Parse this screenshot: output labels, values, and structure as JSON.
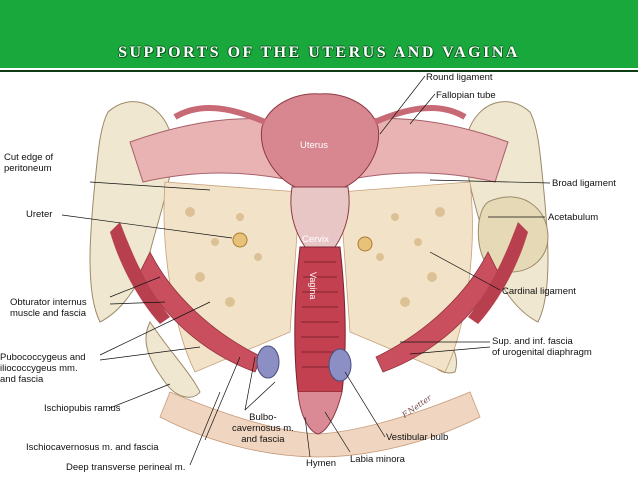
{
  "slide": {
    "title": "SUPPORTS OF THE UTERUS AND VAGINA",
    "accent_color": "#18a83c"
  },
  "labels": {
    "round_ligament": "Round ligament",
    "fallopian_tube": "Fallopian tube",
    "uterus": "Uterus",
    "cut_edge": "Cut edge of\nperitoneum",
    "broad_ligament": "Broad ligament",
    "ureter": "Ureter",
    "acetabulum": "Acetabulum",
    "cervix": "Cervix",
    "vagina": "Vagina",
    "cardinal_ligament": "Cardinal ligament",
    "obturator": "Obturator internus\nmuscle and fascia",
    "pubococcygeus": "Pubococcygeus and\niliococcygeus mm.\nand fascia",
    "sup_inf_fascia": "Sup. and inf. fascia\nof urogenital diaphragm",
    "ischiopubic": "Ischiopubis ramus",
    "vestibular_bulb": "Vestibular bulb",
    "bulbocavernosus": "Bulbo-\ncavernosus m.\nand fascia",
    "ischiocavernosus": "Ischiocavernosus m. and fascia",
    "labia_minora": "Labia minora",
    "hymen": "Hymen",
    "deep_transverse": "Deep transverse perineal m."
  },
  "signature": "F.Netter"
}
